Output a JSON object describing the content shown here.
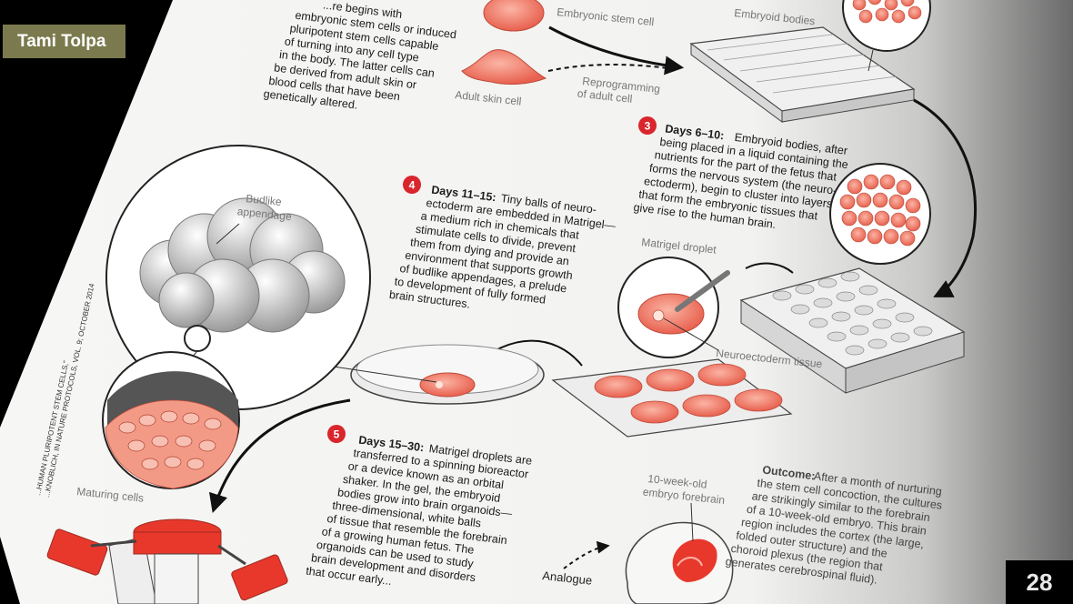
{
  "slide": {
    "author_badge": "Tami Tolpa",
    "page_number": "28"
  },
  "article": {
    "step1_tail": [
      "...re begins with",
      "embryonic stem cells or induced",
      "pluripotent stem cells capable",
      "of turning into any cell type",
      "in the body. The latter cells can",
      "be derived from adult skin or",
      "blood cells that have been",
      "genetically altered."
    ],
    "labels": {
      "embryonic_stem_cell": "Embryonic stem cell",
      "embryoid_bodies": "Embryoid bodies",
      "reprogramming": [
        "Reprogramming",
        "of adult cell"
      ],
      "adult_skin_cell": "Adult skin cell",
      "matrigel_droplet": "Matrigel droplet",
      "neuroectoderm_tissue": "Neuroectoderm tissue",
      "budlike_appendage": [
        "Budlike",
        "appendage"
      ],
      "maturing_cells": "Maturing cells",
      "embryo_forebrain": [
        "10-week-old",
        "embryo forebrain"
      ],
      "analogue": "Analogue"
    },
    "step3": {
      "number": "3",
      "lead": "Days 6–10:",
      "lines": [
        "Embryoid bodies, after",
        "being placed in a liquid containing the",
        "nutrients for the part of the fetus that",
        "forms the nervous system (the neuro-",
        "ectoderm), begin to cluster into layers",
        "that form the embryonic tissues that",
        "give rise to the human brain."
      ]
    },
    "step4": {
      "number": "4",
      "lead": "Days 11–15:",
      "lines": [
        "Tiny balls of neuro-",
        "ectoderm are embedded in Matrigel—",
        "a medium rich in chemicals that",
        "stimulate cells to divide, prevent",
        "them from dying and provide an",
        "environment that supports growth",
        "of budlike appendages, a prelude",
        "to development of fully formed",
        "brain structures."
      ]
    },
    "step5": {
      "number": "5",
      "lead": "Days 15–30:",
      "lines": [
        "Matrigel droplets are",
        "transferred to a spinning bioreactor",
        "or a device known as an orbital",
        "shaker. In the gel, the embryoid",
        "bodies grow into brain organoids—",
        "three-dimensional, white balls",
        "of tissue that resemble the forebrain",
        "of a growing human fetus. The",
        "organoids can be used to study",
        "brain development and disorders",
        "that occur early..."
      ]
    },
    "outcome": {
      "lead": "Outcome:",
      "lines": [
        "After a month of nurturing",
        "the stem cell concoction, the cultures",
        "are strikingly similar to the forebrain",
        "of a 10-week-old embryo. This brain",
        "region includes the cortex (the large,",
        "folded outer structure) and the",
        "choroid plexus (the region that",
        "generates cerebrospinal fluid)."
      ]
    },
    "source_credit": [
      "...HUMAN PLURIPOTENT STEM CELLS,”",
      "...KNOBLICH, IN NATURE PROTOCOLS, VOL. 9; OCTOBER 2014"
    ]
  },
  "colors": {
    "accent_red": "#d8262c",
    "cell_salmon": "#f07a68",
    "badge_olive": "#7b7a4e",
    "paper": "#f4f4f2"
  }
}
